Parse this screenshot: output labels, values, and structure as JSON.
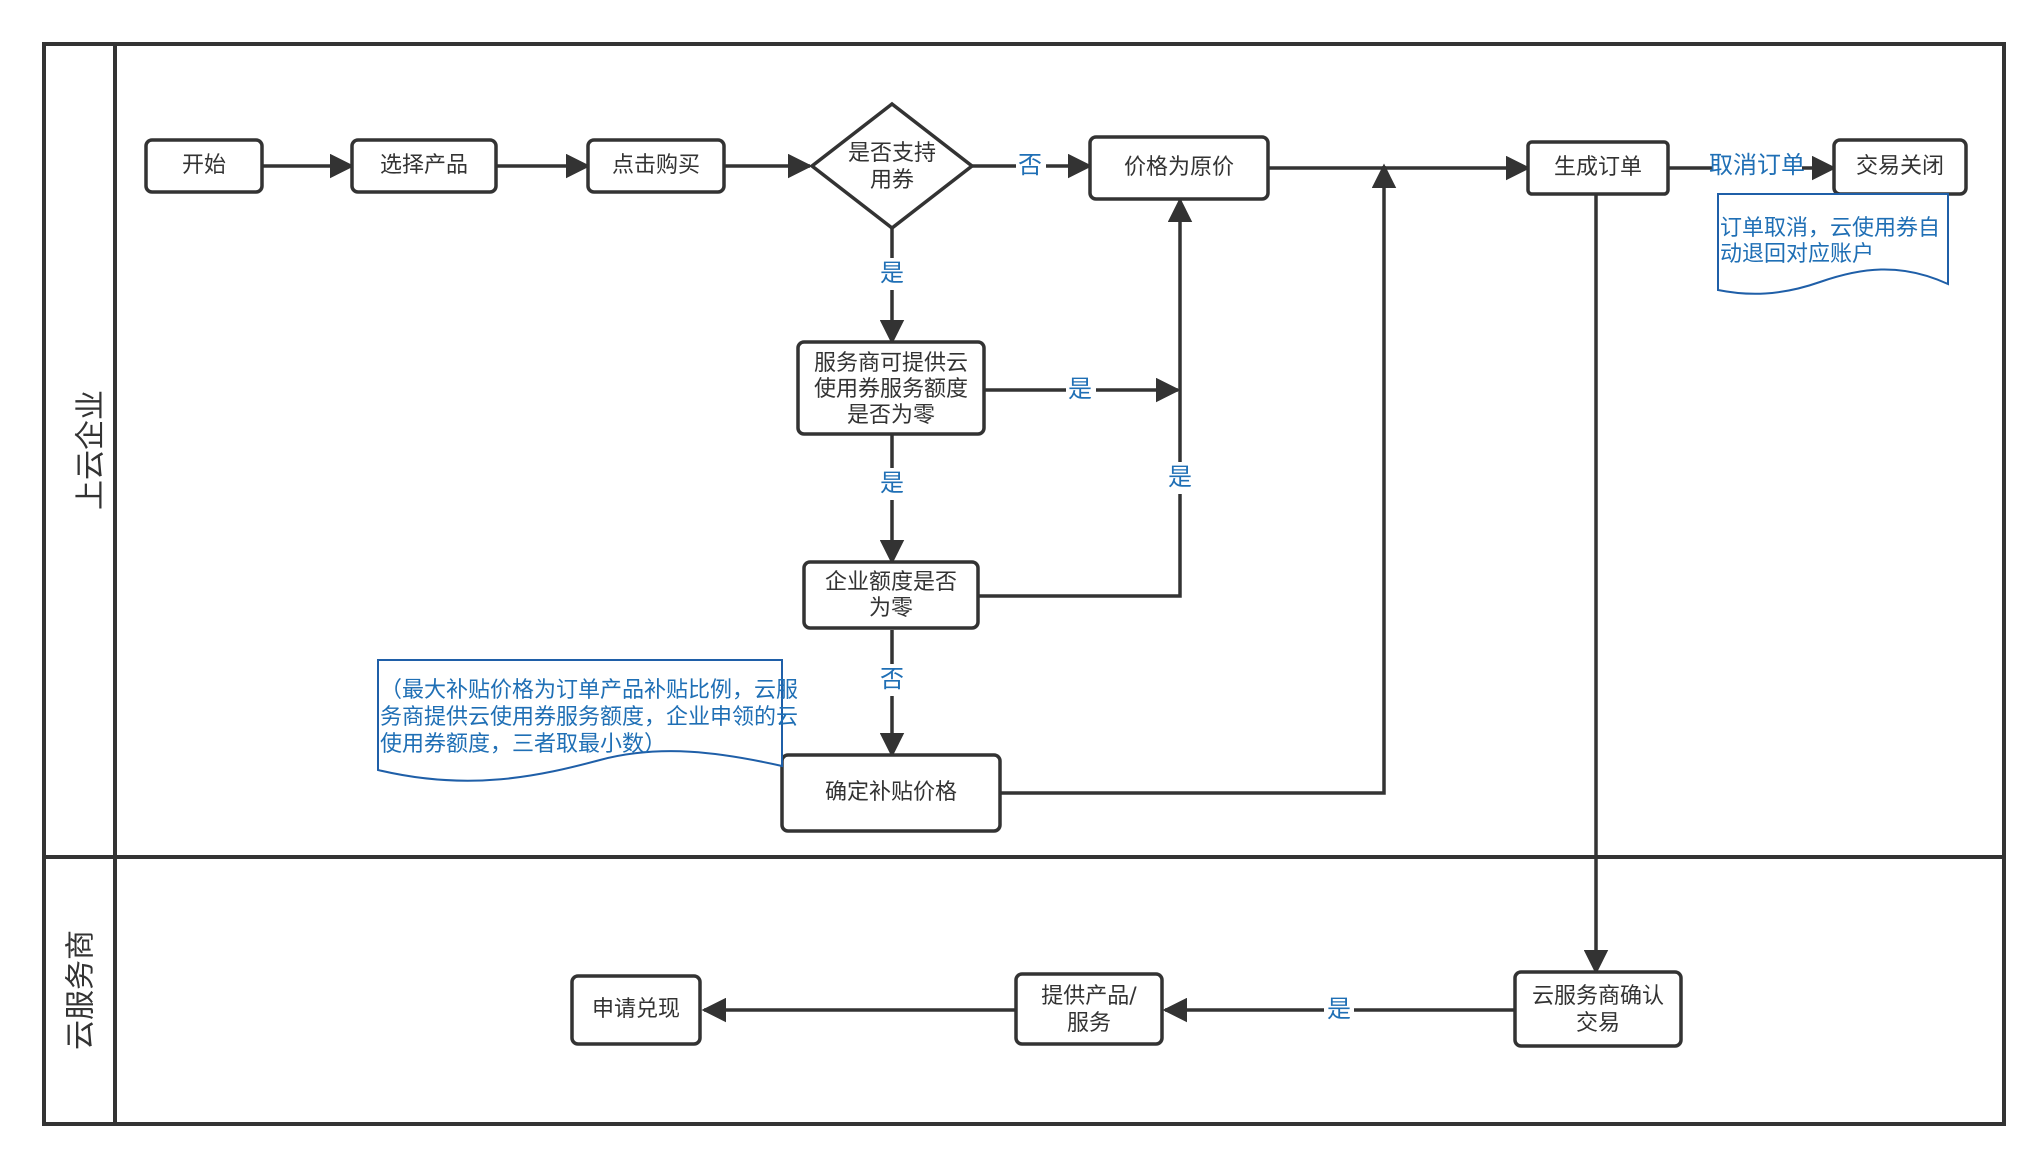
{
  "lanes": {
    "top": "上云企业",
    "bottom": "云服务商"
  },
  "nodes": {
    "start": "开始",
    "select_product": "选择产品",
    "click_buy": "点击购买",
    "support_coupon": [
      "是否支持",
      "用券"
    ],
    "original_price": "价格为原价",
    "provider_quota_zero": [
      "服务商可提供云",
      "使用券服务额度",
      "是否为零"
    ],
    "enterprise_quota_zero": [
      "企业额度是否",
      "为零"
    ],
    "determine_subsidy": "确定补贴价格",
    "generate_order": "生成订单",
    "close_trade": "交易关闭",
    "provider_confirm": [
      "云服务商确认",
      "交易"
    ],
    "provide_product": [
      "提供产品/",
      "服务"
    ],
    "apply_redeem": "申请兑现"
  },
  "edge_labels": {
    "no_original": "否",
    "yes_provider": "是",
    "yes_to_price": "是",
    "yes_to_enterprise": "是",
    "yes_enterprise_price": "是",
    "no_subsidy": "否",
    "cancel_order": "取消订单",
    "yes_provide": "是"
  },
  "notes": {
    "cancel_note": [
      "订单取消，云使用券自",
      "动退回对应账户"
    ],
    "subsidy_note": [
      "（最大补贴价格为订单产品补贴比例，云服",
      "务商提供云使用券服务额度，企业申领的云",
      "使用券额度，三者取最小数）"
    ]
  },
  "colors": {
    "stroke": "#333333",
    "label": "#1f6fb5",
    "note_border": "#1f5fa8"
  }
}
